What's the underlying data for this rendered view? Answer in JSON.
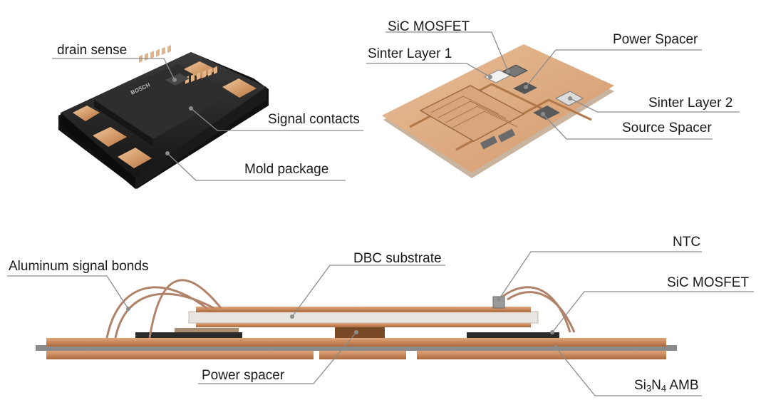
{
  "figure": {
    "module_views": {
      "package_top_view": {
        "logo_text": "BOSCH",
        "labels": {
          "drain_sense": "drain sense",
          "signal_contacts": "Signal contacts",
          "mold_package": "Mold package"
        }
      },
      "substrate_top_view": {
        "labels": {
          "sic_mosfet": "SiC MOSFET",
          "sinter_layer_1": "Sinter Layer 1",
          "power_spacer": "Power Spacer",
          "sinter_layer_2": "Sinter Layer 2",
          "source_spacer": "Source Spacer"
        }
      },
      "cross_section_view": {
        "labels": {
          "aluminum_signal_bonds": "Aluminum signal bonds",
          "dbc_substrate": "DBC substrate",
          "ntc": "NTC",
          "sic_mosfet": "SiC MOSFET",
          "power_spacer": "Power spacer",
          "amb_prefix": "Si",
          "amb_sub1": "3",
          "amb_mid": "N",
          "amb_sub2": "4",
          "amb_suffix": " AMB"
        }
      }
    },
    "colors": {
      "copper": "#c88a5e",
      "copper_dark": "#9e6238",
      "copper_light": "#e0b08a",
      "mold_black": "#1f1f1f",
      "ceramic": "#e8e4df",
      "leader_line": "#8c8c8c",
      "text": "#1a1a1a"
    }
  }
}
